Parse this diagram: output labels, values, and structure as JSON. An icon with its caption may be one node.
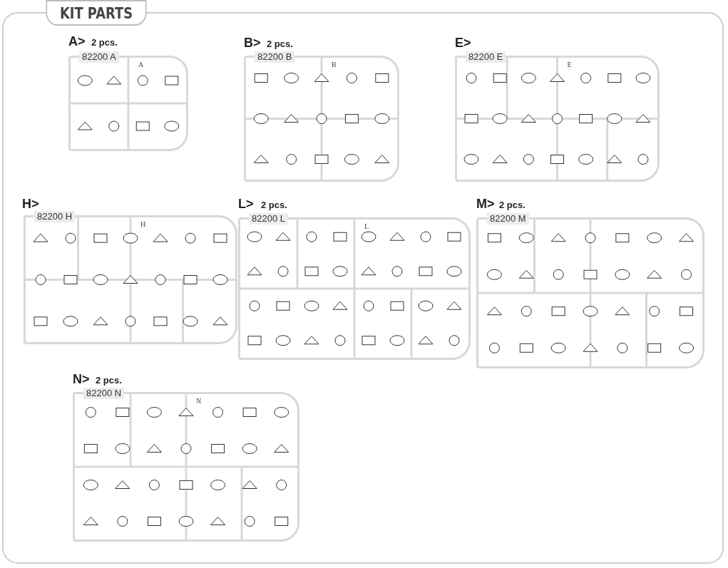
{
  "diagram": {
    "title": "KIT PARTS",
    "nodes": [
      {
        "text": [
          "A>",
          "2 pcs.",
          "82200 A",
          "A"
        ]
      },
      {
        "text": [
          "B>",
          "2 pcs.",
          "82200 B",
          "B"
        ]
      },
      {
        "text": [
          "E>",
          "82200 E",
          "E"
        ]
      },
      {
        "text": [
          "H>",
          "82200 H",
          "H"
        ]
      },
      {
        "text": [
          "L>",
          "2 pcs.",
          "82200 L",
          "L"
        ]
      },
      {
        "text": [
          "M>",
          "2 pcs.",
          "82200 M"
        ]
      },
      {
        "text": [
          "N>",
          "2 pcs.",
          "82200 N",
          "N"
        ]
      }
    ]
  }
}
